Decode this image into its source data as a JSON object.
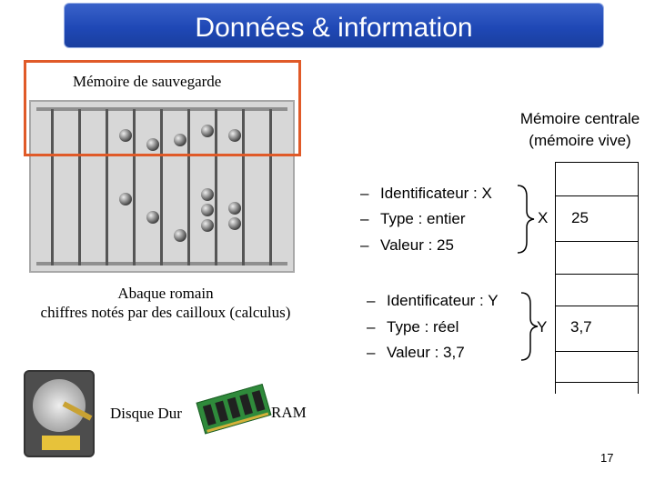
{
  "slide": {
    "title": "Données & information",
    "page_number": "17"
  },
  "left": {
    "memoire_sauvegarde": "Mémoire de sauvegarde",
    "abacus_caption_line1": "Abaque romain",
    "abacus_caption_line2": "chiffres notés par des cailloux (calculus)",
    "disque_dur": "Disque Dur",
    "ram": "RAM"
  },
  "right": {
    "memoire_centrale_line1": "Mémoire centrale",
    "memoire_centrale_line2": "(mémoire vive)",
    "var1": {
      "lines": [
        "Identificateur : X",
        "Type : entier",
        "Valeur : 25"
      ],
      "name": "X",
      "value": "25"
    },
    "var2": {
      "lines": [
        "Identificateur : Y",
        "Type : réel",
        "Valeur : 3,7"
      ],
      "name": "Y",
      "value": "3,7"
    }
  },
  "colors": {
    "title_bar": "#2a52be",
    "highlight": "#e05a28"
  }
}
